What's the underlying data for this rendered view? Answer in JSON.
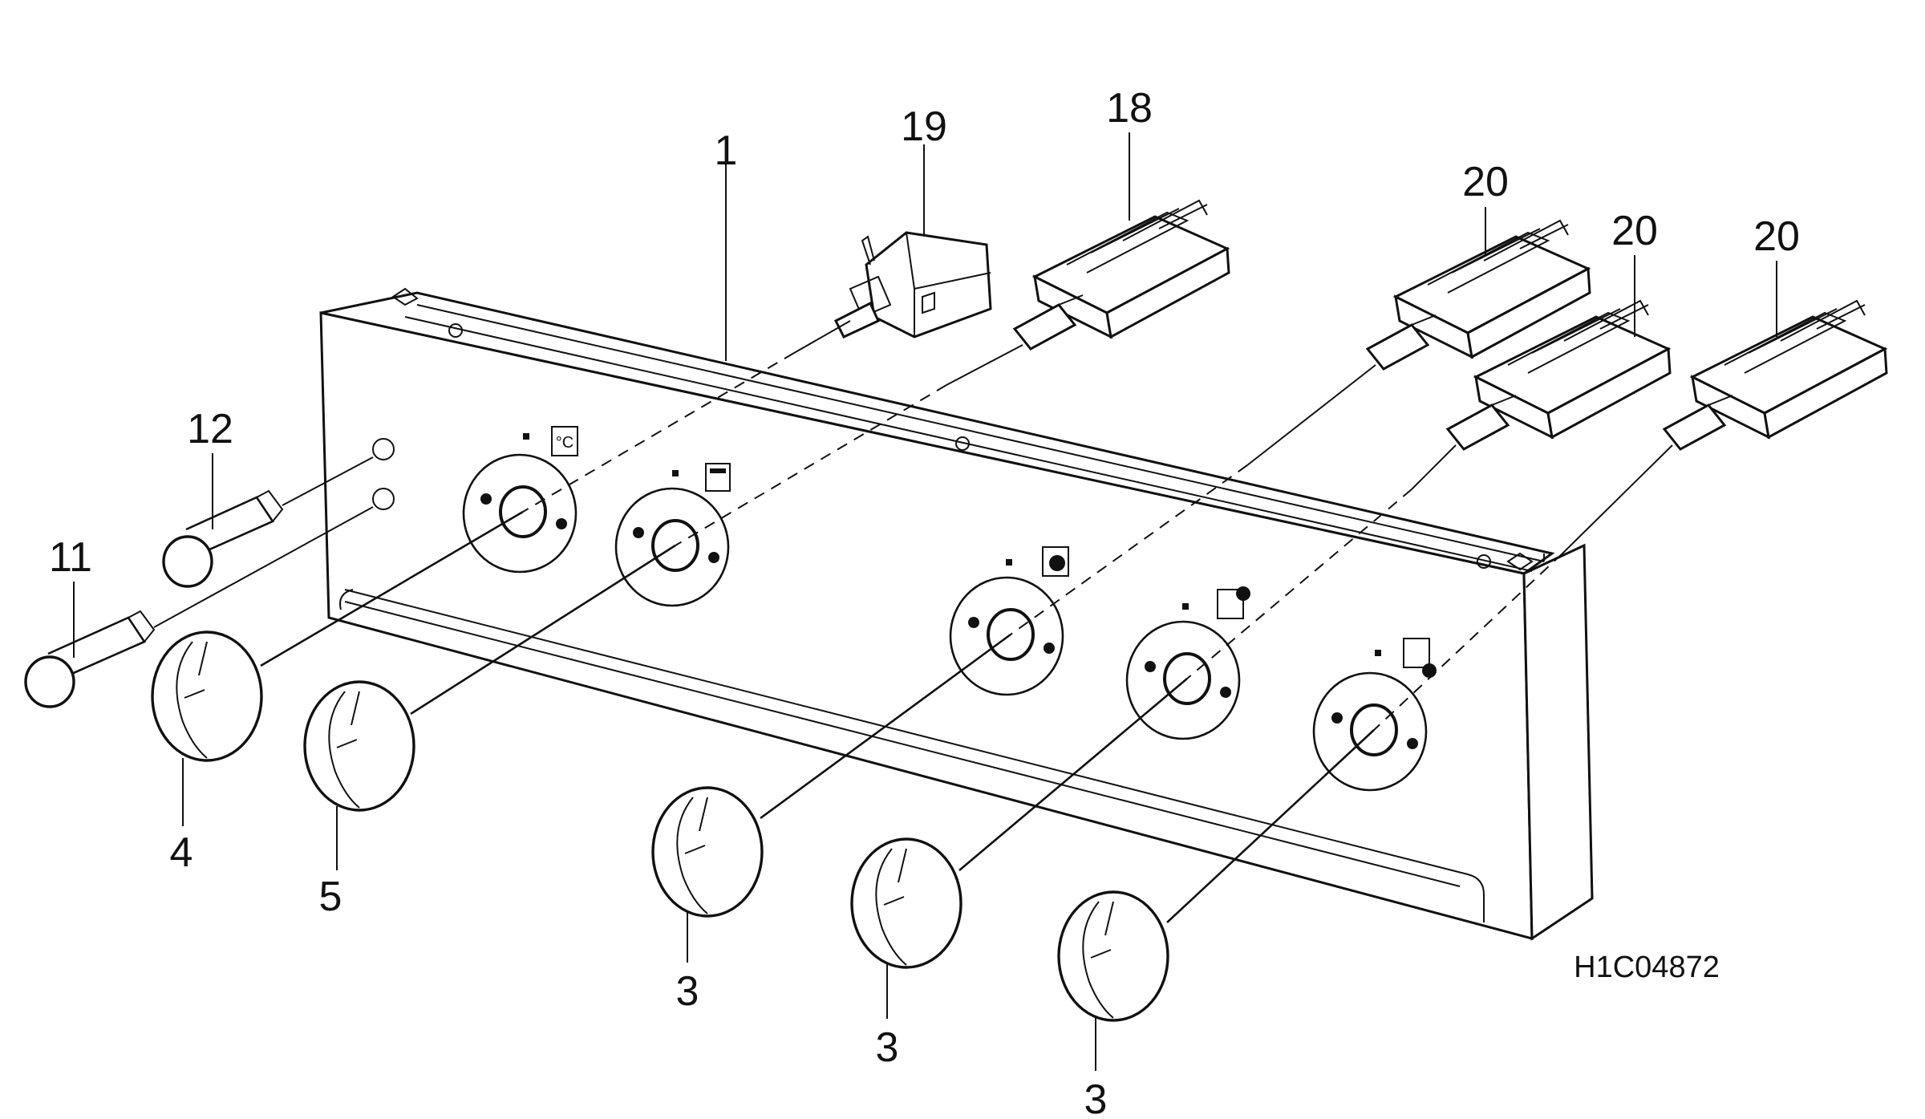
{
  "diagram": {
    "labels": {
      "panel": "1",
      "knob_a": "3",
      "knob_b": "3",
      "knob_c": "3",
      "knob_thermostat": "4",
      "knob_selector": "5",
      "lamp_lower": "11",
      "lamp_upper": "12",
      "switch_18": "18",
      "switch_19": "19",
      "switch_20a": "20",
      "switch_20b": "20",
      "switch_20c": "20"
    },
    "symbols": {
      "thermostat": "°C"
    },
    "drawing_code": "H1C04872"
  }
}
